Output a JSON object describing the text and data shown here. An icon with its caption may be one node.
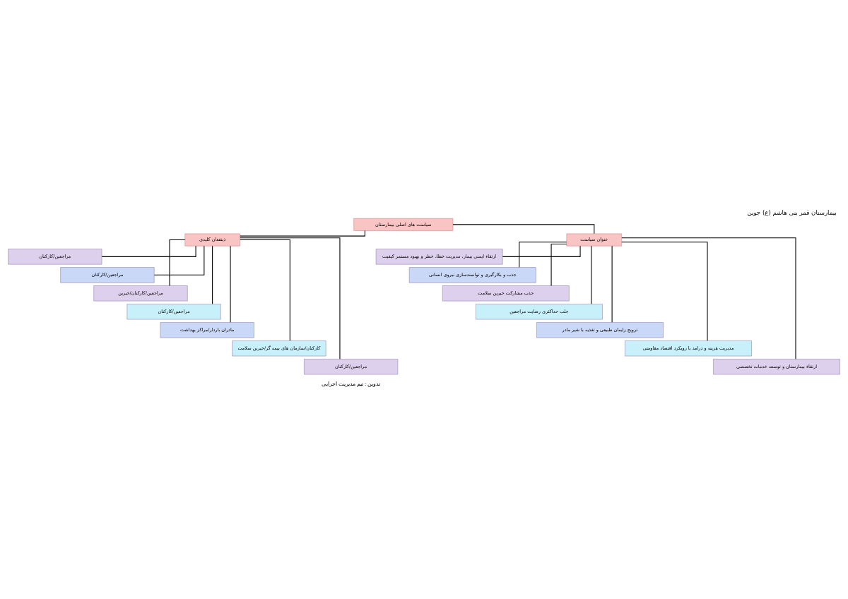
{
  "diagram": {
    "title": "بیمارستان قمر بنی هاشم (ع) جوین",
    "caption": "تدوین : تیم مدیریت اجرایی",
    "nodes": [
      {
        "text": [
          "سیاست های اصلی بیمارستان"
        ]
      },
      {
        "text": [
          "عنوان سیاست"
        ]
      },
      {
        "text": [
          "ارتقاء ایمنی بیمار، مدیریت خطا، خطر و بهبود مستمر کیفیت"
        ]
      },
      {
        "text": [
          "جذب و بکارگیری و توانمندسازی نیروی انسانی"
        ]
      },
      {
        "text": [
          "جذب مشارکت خیرین سلامت"
        ]
      },
      {
        "text": [
          "جلب حداکثری رضایت مراجعین"
        ]
      },
      {
        "text": [
          "ترویج زایمان طبیعی و تغذیه با شیر مادر"
        ]
      },
      {
        "text": [
          "مدیریت هزینه و درامد با رویکرد اقتصاد مقاومتی"
        ]
      },
      {
        "text": [
          "ارتقاء بیمارستان و توسعه خدمات تخصصی"
        ]
      },
      {
        "text": [
          "ذینفعان کلیدی"
        ]
      },
      {
        "text": [
          "مراجعین/کارکنان"
        ]
      },
      {
        "text": [
          "مراجعین/کارکنان"
        ]
      },
      {
        "text": [
          "مراجعین/کارکنان/خیرین"
        ]
      },
      {
        "text": [
          "مراجعین/کارکنان"
        ]
      },
      {
        "text": [
          "مادران باردار/مراکز بهداشت"
        ]
      },
      {
        "text": [
          "کارکنان/سازمان های بیمه گر/خیرین سلامت"
        ]
      },
      {
        "text": [
          "مراجعین/کارکنان"
        ]
      }
    ],
    "edges": [
      {
        "from": 0,
        "to": 1,
        "arrow": "none"
      },
      {
        "from": 0,
        "to": 9,
        "arrow": "none"
      },
      {
        "from": 1,
        "to": 2,
        "arrow": "none"
      },
      {
        "from": 1,
        "to": 3,
        "arrow": "none"
      },
      {
        "from": 1,
        "to": 4,
        "arrow": "none"
      },
      {
        "from": 1,
        "to": 5,
        "arrow": "none"
      },
      {
        "from": 1,
        "to": 6,
        "arrow": "none"
      },
      {
        "from": 1,
        "to": 7,
        "arrow": "none"
      },
      {
        "from": 1,
        "to": 8,
        "arrow": "none"
      },
      {
        "from": 9,
        "to": 10,
        "arrow": "none"
      },
      {
        "from": 9,
        "to": 11,
        "arrow": "none"
      },
      {
        "from": 9,
        "to": 12,
        "arrow": "none"
      },
      {
        "from": 9,
        "to": 13,
        "arrow": "none"
      },
      {
        "from": 9,
        "to": 14,
        "arrow": "none"
      },
      {
        "from": 9,
        "to": 15,
        "arrow": "none"
      },
      {
        "from": 9,
        "to": 16,
        "arrow": "none"
      }
    ]
  }
}
